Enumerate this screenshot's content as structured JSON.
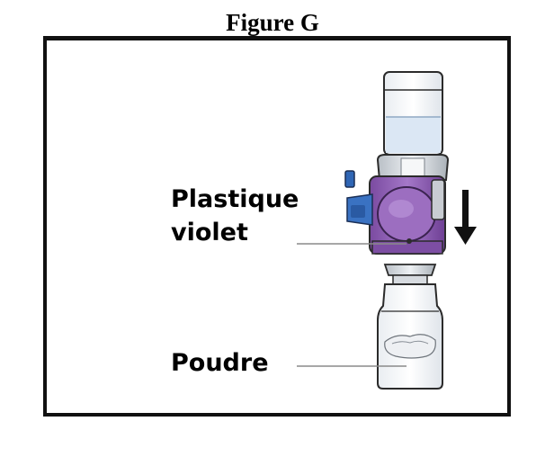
{
  "figure": {
    "title": "Figure G"
  },
  "labels": {
    "plastic_line1": "Plastique",
    "plastic_line2": "violet",
    "powder": "Poudre"
  },
  "colors": {
    "purple_body": "#8f5fb2",
    "blue_tab": "#2f66b5",
    "liquid": "#dfeaf6",
    "frame": "#111111"
  },
  "icons": {
    "arrow": "down-arrow-icon"
  }
}
